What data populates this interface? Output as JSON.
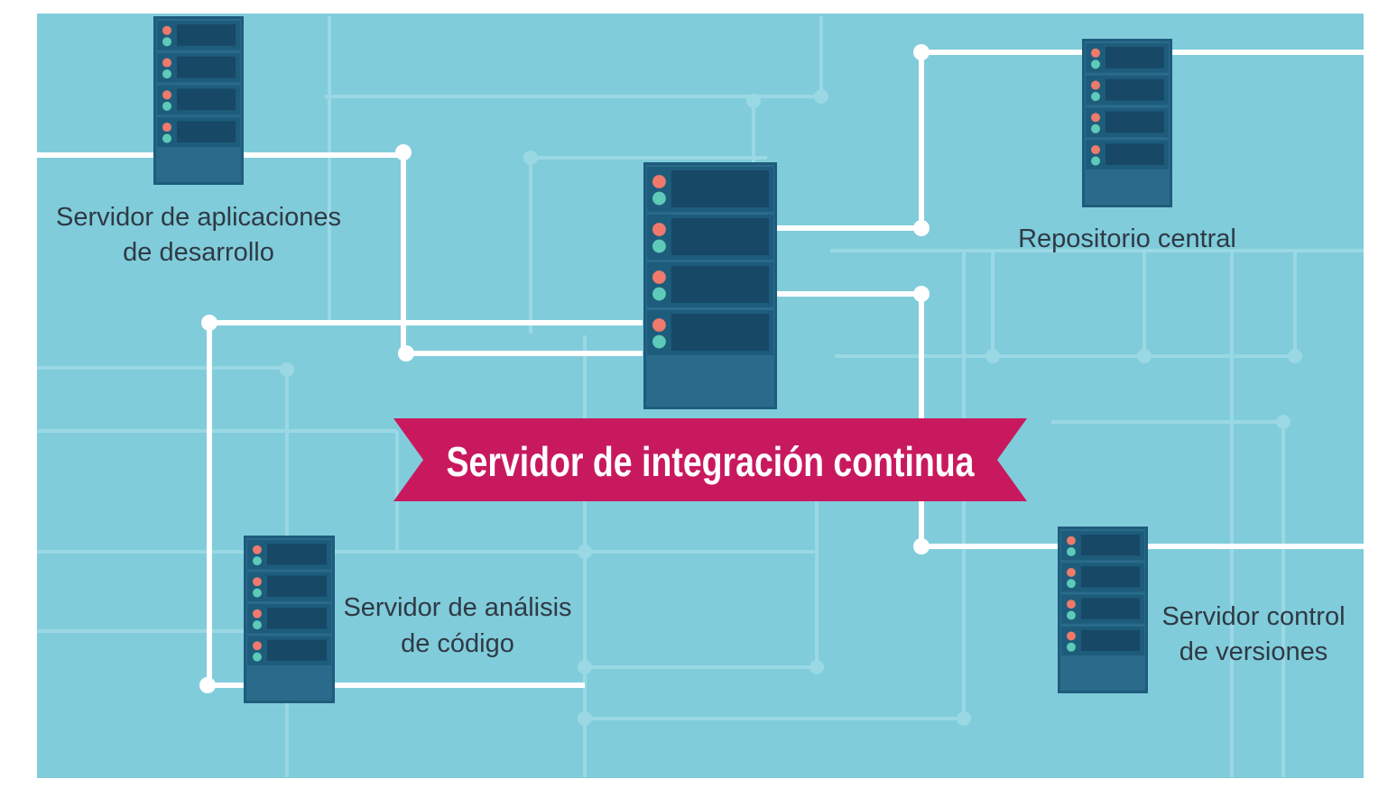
{
  "diagram": {
    "title": "Servidor de integración continua",
    "colors": {
      "background": "#80ccdb",
      "grid_line": "#9ad8e4",
      "connector": "#ffffff",
      "server_frame": "#1e5c7c",
      "server_body": "#2a6b8c",
      "drive_slot": "#174866",
      "led_red": "#ef7a6c",
      "led_teal": "#5ecab8",
      "banner": "#c8195f"
    },
    "nodes": {
      "app_server": {
        "label_line1": "Servidor de aplicaciones",
        "label_line2": "de desarrollo",
        "icon": "server-rack-icon"
      },
      "ci_server": {
        "icon": "server-rack-icon"
      },
      "repo": {
        "label_line1": "Repositorio central",
        "icon": "server-rack-icon"
      },
      "analysis": {
        "label_line1": "Servidor de análisis",
        "label_line2": "de código",
        "icon": "server-rack-icon"
      },
      "vcs": {
        "label_line1": "Servidor control",
        "label_line2": "de versiones",
        "icon": "server-rack-icon"
      }
    }
  }
}
